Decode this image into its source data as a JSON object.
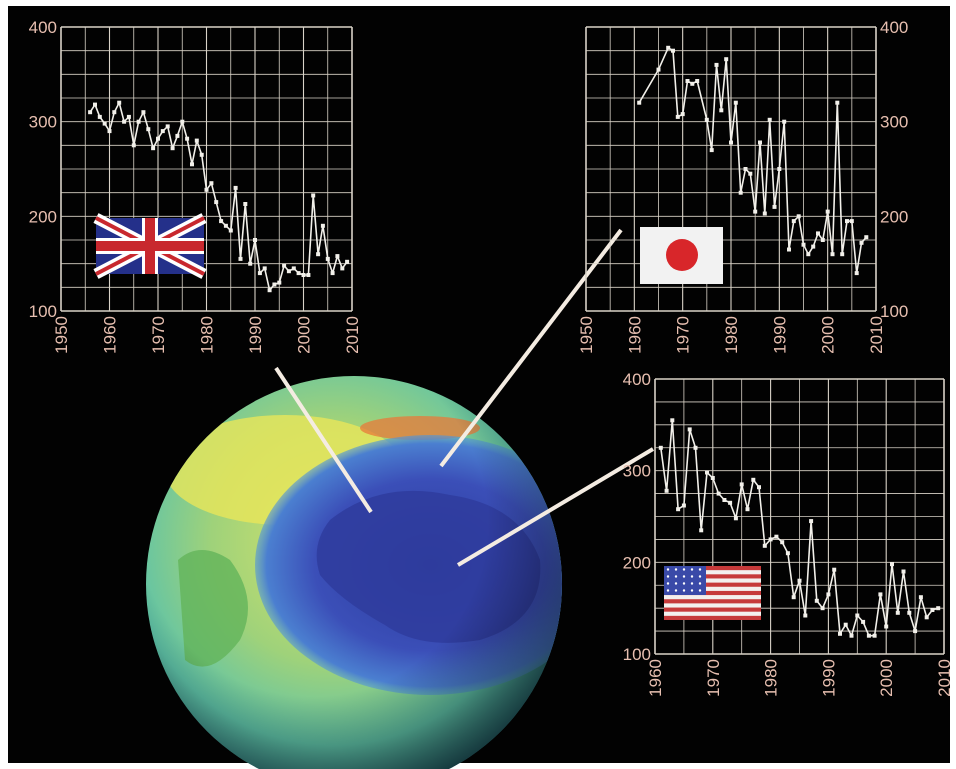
{
  "colors": {
    "background": "#000000",
    "grid": "#d9d3c8",
    "tick_label": "#e7bfb0",
    "line": "#f2f0ea",
    "connector": "#f4ece2"
  },
  "chart_data": [
    {
      "type": "line",
      "title": "",
      "flag": "united-kingdom-flag",
      "xlabel": "",
      "ylabel": "",
      "xlim": [
        1950,
        2010
      ],
      "ylim": [
        100,
        400
      ],
      "x_ticks": [
        "1950",
        "1960",
        "1970",
        "1980",
        "1990",
        "2000",
        "2010"
      ],
      "y_ticks": [
        "100",
        "200",
        "300",
        "400"
      ],
      "grid": true,
      "series": [
        {
          "x": [
            1956,
            1957,
            1958,
            1959,
            1960,
            1961,
            1962,
            1963,
            1964,
            1965,
            1966,
            1967,
            1968,
            1969,
            1970,
            1971,
            1972,
            1973,
            1974,
            1975,
            1976,
            1977,
            1978,
            1979,
            1980,
            1981,
            1982,
            1983,
            1984,
            1985,
            1986,
            1987,
            1988,
            1989,
            1990,
            1991,
            1992,
            1993,
            1994,
            1995,
            1996,
            1997,
            1998,
            1999,
            2000,
            2001,
            2002,
            2003,
            2004,
            2005,
            2006,
            2007,
            2008,
            2009
          ],
          "y": [
            310,
            318,
            305,
            298,
            290,
            310,
            320,
            300,
            305,
            275,
            300,
            310,
            292,
            272,
            282,
            290,
            295,
            272,
            285,
            300,
            282,
            255,
            280,
            265,
            228,
            235,
            215,
            195,
            190,
            185,
            230,
            155,
            213,
            150,
            175,
            140,
            145,
            122,
            128,
            130,
            148,
            142,
            145,
            140,
            138,
            138,
            222,
            160,
            190,
            155,
            140,
            158,
            145,
            152
          ]
        }
      ]
    },
    {
      "type": "line",
      "title": "",
      "flag": "japan-flag",
      "xlabel": "",
      "ylabel": "",
      "xlim": [
        1950,
        2010
      ],
      "ylim": [
        100,
        400
      ],
      "x_ticks": [
        "1950",
        "1960",
        "1970",
        "1980",
        "1990",
        "2000",
        "2010"
      ],
      "y_ticks": [
        "100",
        "200",
        "300",
        "400"
      ],
      "grid": true,
      "series": [
        {
          "x": [
            1961,
            1965,
            1967,
            1968,
            1969,
            1970,
            1971,
            1972,
            1973,
            1975,
            1976,
            1977,
            1978,
            1979,
            1980,
            1981,
            1982,
            1983,
            1984,
            1985,
            1986,
            1987,
            1988,
            1989,
            1990,
            1991,
            1992,
            1993,
            1994,
            1995,
            1996,
            1997,
            1998,
            1999,
            2000,
            2001,
            2002,
            2003,
            2004,
            2005,
            2006,
            2007,
            2008
          ],
          "y": [
            320,
            355,
            378,
            375,
            305,
            308,
            343,
            340,
            343,
            302,
            270,
            360,
            312,
            366,
            278,
            320,
            225,
            250,
            245,
            205,
            278,
            203,
            302,
            210,
            250,
            300,
            165,
            195,
            200,
            170,
            160,
            168,
            182,
            175,
            205,
            160,
            320,
            160,
            195,
            195,
            140,
            172,
            178
          ]
        }
      ]
    },
    {
      "type": "line",
      "title": "",
      "flag": "united-states-flag",
      "xlabel": "",
      "ylabel": "",
      "xlim": [
        1960,
        2010
      ],
      "ylim": [
        100,
        400
      ],
      "x_ticks": [
        "1960",
        "1970",
        "1980",
        "1990",
        "2000",
        "2010"
      ],
      "y_ticks": [
        "100",
        "200",
        "300",
        "400"
      ],
      "grid": true,
      "series": [
        {
          "x": [
            1961,
            1962,
            1963,
            1964,
            1965,
            1966,
            1967,
            1968,
            1969,
            1970,
            1971,
            1972,
            1973,
            1974,
            1975,
            1976,
            1977,
            1978,
            1979,
            1980,
            1981,
            1982,
            1983,
            1984,
            1985,
            1986,
            1987,
            1988,
            1989,
            1990,
            1991,
            1992,
            1993,
            1994,
            1995,
            1996,
            1997,
            1998,
            1999,
            2000,
            2001,
            2002,
            2003,
            2004,
            2005,
            2006,
            2007,
            2008,
            2009
          ],
          "y": [
            325,
            278,
            355,
            258,
            262,
            345,
            325,
            235,
            298,
            292,
            275,
            268,
            265,
            248,
            285,
            258,
            290,
            282,
            218,
            225,
            228,
            222,
            210,
            162,
            180,
            142,
            245,
            158,
            150,
            165,
            192,
            122,
            132,
            120,
            142,
            135,
            120,
            120,
            165,
            130,
            198,
            145,
            190,
            145,
            125,
            162,
            140,
            148,
            150
          ]
        }
      ]
    }
  ]
}
